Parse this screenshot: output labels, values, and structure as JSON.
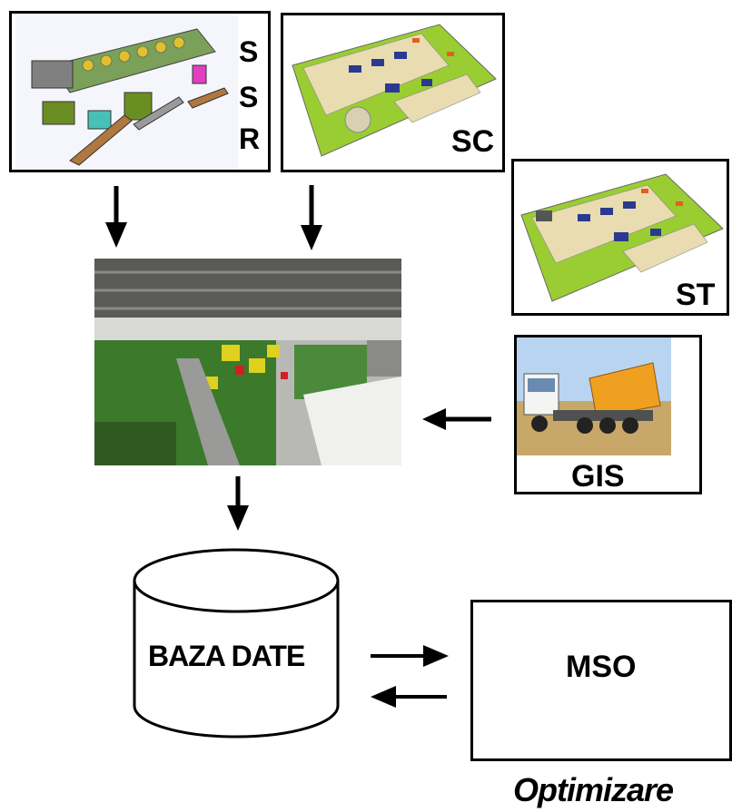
{
  "diagram": {
    "ssr_box": {
      "letters": [
        "S",
        "S",
        "R"
      ]
    },
    "sc_box": {
      "label": "SC"
    },
    "st_box": {
      "label": "ST"
    },
    "gis_box": {
      "label": "GIS"
    },
    "database": {
      "label": "BAZA DATE"
    },
    "mso_box": {
      "label": "MSO"
    },
    "optimization_caption": "Optimizare"
  },
  "colors": {
    "line": "#000000",
    "plan_green": "#9acd32",
    "plan_beige": "#e8dcb0",
    "truck_orange": "#f0a020"
  }
}
